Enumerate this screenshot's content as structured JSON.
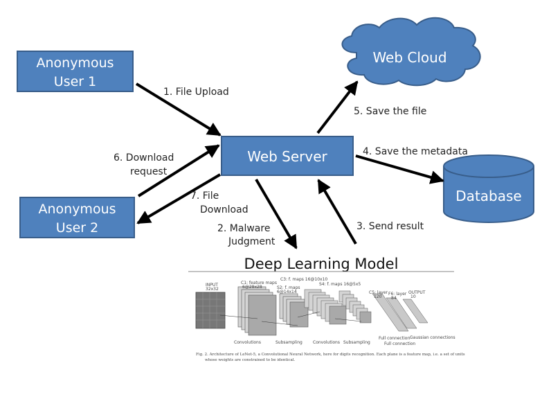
{
  "nodes": {
    "user1": [
      "Anonymous",
      "User 1"
    ],
    "user2": [
      "Anonymous",
      "User 2"
    ],
    "web_server": "Web Server",
    "web_cloud": "Web Cloud",
    "database": "Database"
  },
  "edges": {
    "file_upload": "1. File Upload",
    "malware_judgment": [
      "2. Malware",
      "Judgment"
    ],
    "send_result": "3. Send result",
    "save_metadata": "4. Save the metadata",
    "save_file": "5. Save the file",
    "download_request": [
      "6. Download",
      "request"
    ],
    "file_download": [
      "7. File",
      "Download"
    ]
  },
  "model": {
    "title": "Deep Learning Model",
    "figure": {
      "input": [
        "INPUT",
        "32x32"
      ],
      "c1": [
        "C1: feature maps",
        "6@28x28"
      ],
      "s2": [
        "S2: f. maps",
        "6@14x14"
      ],
      "c3": "C3: f. maps 16@10x10",
      "s4": "S4: f. maps 16@5x5",
      "c5": [
        "C5: layer",
        "120"
      ],
      "f6": [
        "F6: layer",
        "84"
      ],
      "output": [
        "OUTPUT",
        "10"
      ],
      "ops": [
        "Convolutions",
        "Subsampling",
        "Convolutions",
        "Subsampling",
        "Full connection",
        "Full connection",
        "Gaussian connections"
      ],
      "caption": [
        "Fig. 2.   Architecture of LeNet-5, a Convolutional Neural Network, here for digits recognition. Each plane is a feature map, i.e. a set of units",
        "whose weights are constrained to be identical."
      ]
    }
  },
  "colors": {
    "box_fill": "#4f81bd",
    "box_stroke": "#385d8a",
    "box_text": "#ffffff",
    "arrow": "#000000"
  }
}
